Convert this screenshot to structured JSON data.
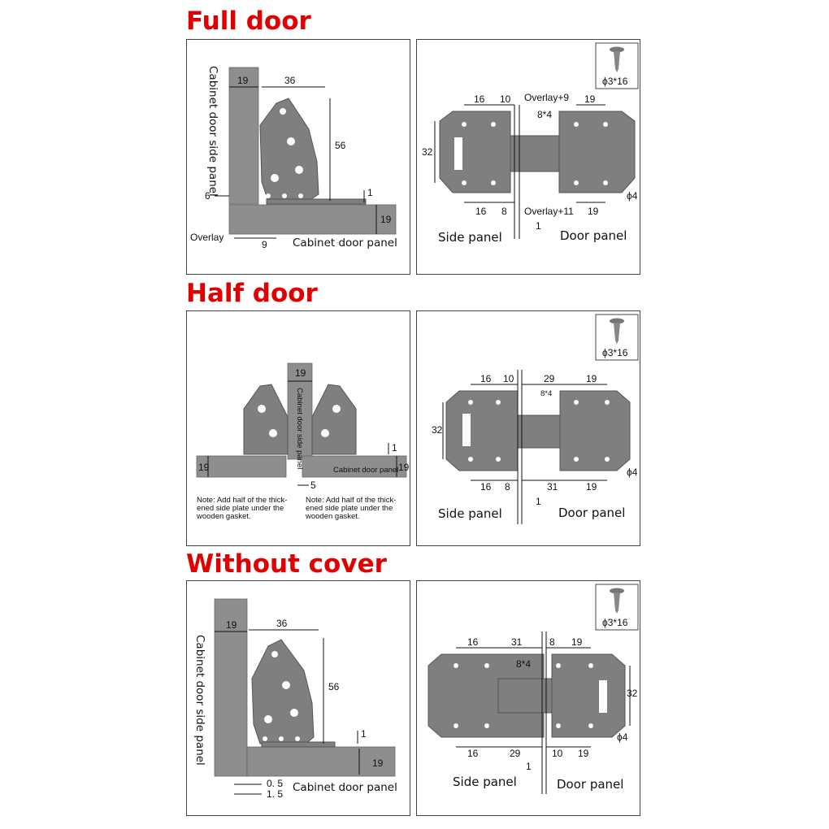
{
  "headings": {
    "full": "Full door",
    "half": "Half door",
    "without": "Without cover"
  },
  "screw_label": "ϕ3*16",
  "labels": {
    "side_panel": "Side panel",
    "door_panel": "Door panel",
    "cabinet_door_panel": "Cabinet door panel",
    "cabinet_door_side_panel": "Cabinet door side panel",
    "overlay": "Overlay"
  },
  "full": {
    "left": {
      "w19": "19",
      "w36": "36",
      "h56": "56",
      "d6": "6",
      "d1": "1",
      "t19": "19",
      "d9": "9"
    },
    "right": {
      "a16": "16",
      "a10": "10",
      "overlay_top": "Overlay+9",
      "a19": "19",
      "slot": "8*4",
      "h32": "32",
      "b16": "16",
      "b8": "8",
      "overlay_bottom": "Overlay+11",
      "b19": "19",
      "hole": "ϕ4",
      "gap": "1"
    }
  },
  "half": {
    "left": {
      "w19": "19",
      "t19a": "19",
      "t19b": "19",
      "d1": "1",
      "d5": "5",
      "vlabel": "Cabinet door side panel",
      "door_label": "Cabinet door panel",
      "note1": [
        "Note: Add half of the thick-",
        "ened side plate under the",
        "wooden gasket."
      ],
      "note2": [
        "Note: Add half of the thick-",
        "ened side plate under the",
        "wooden gasket."
      ]
    },
    "right": {
      "a16": "16",
      "a10": "10",
      "a29": "29",
      "a19": "19",
      "slot": "8*4",
      "h32": "32",
      "b16": "16",
      "b8": "8",
      "b31": "31",
      "b19": "19",
      "hole": "ϕ4",
      "gap": "1"
    }
  },
  "without": {
    "left": {
      "w19": "19",
      "w36": "36",
      "h56": "56",
      "d1": "1",
      "t19": "19",
      "d05": "0. 5",
      "d15": "1. 5"
    },
    "right": {
      "a16": "16",
      "a31": "31",
      "a8": "8",
      "a19": "19",
      "slot": "8*4",
      "h32": "32",
      "b16": "16",
      "b29": "29",
      "b10": "10",
      "b19": "19",
      "hole": "ϕ4",
      "gap": "1"
    }
  }
}
